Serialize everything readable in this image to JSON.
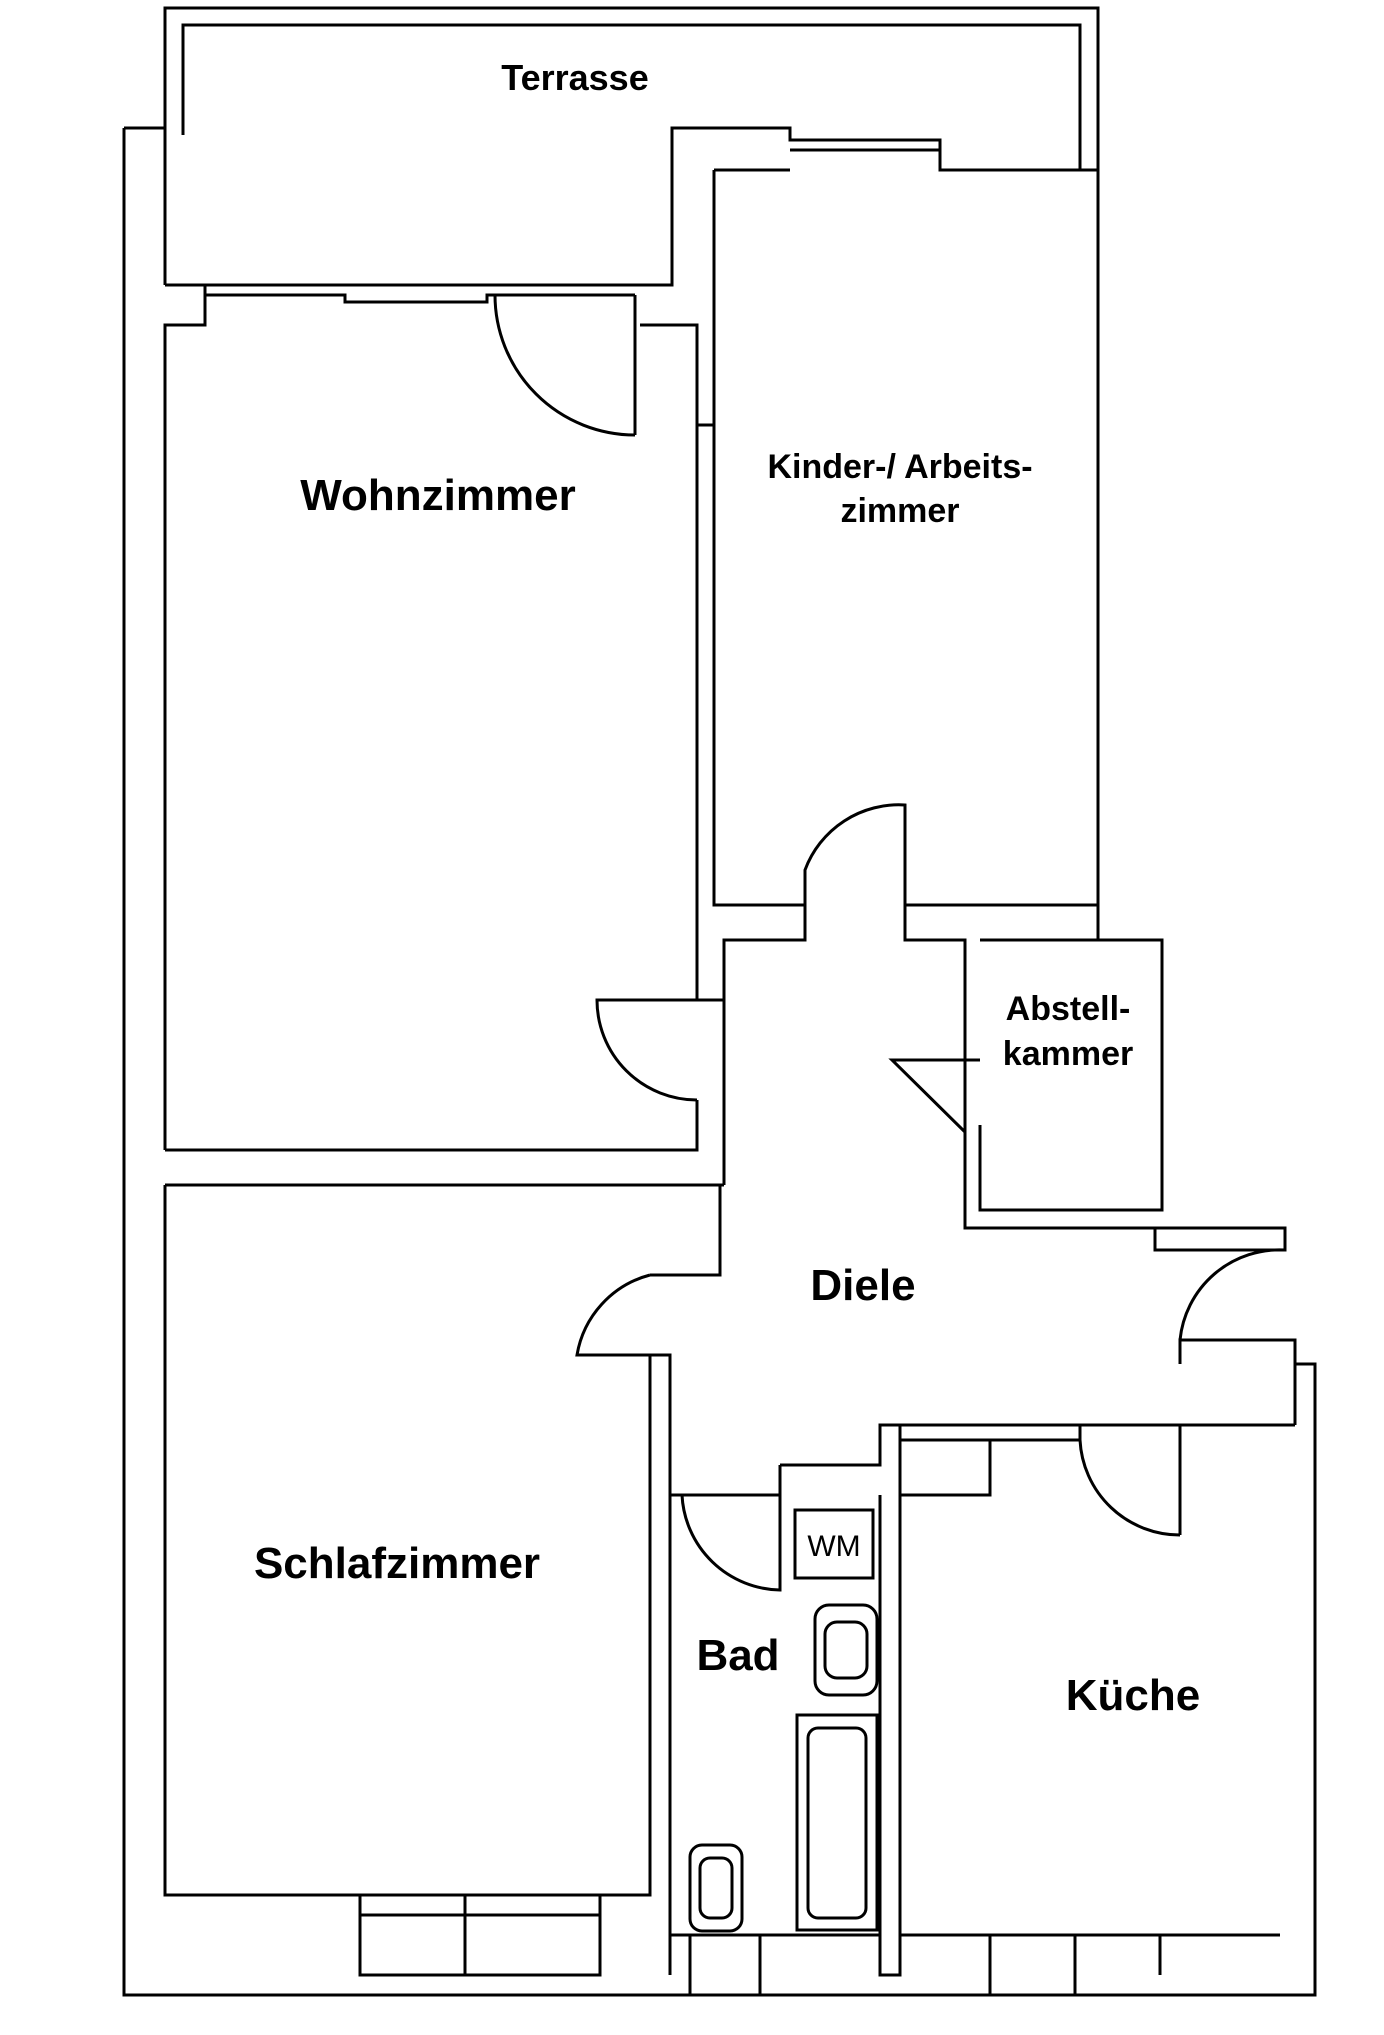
{
  "rooms": {
    "terrasse": "Terrasse",
    "wohnzimmer": "Wohnzimmer",
    "kinder_line1": "Kinder-/ Arbeits-",
    "kinder_line2": "zimmer",
    "abstell_line1": "Abstell-",
    "abstell_line2": "kammer",
    "diele": "Diele",
    "schlafzimmer": "Schlafzimmer",
    "bad": "Bad",
    "kueche": "Küche"
  },
  "fixtures": {
    "washing_machine": "WM"
  }
}
